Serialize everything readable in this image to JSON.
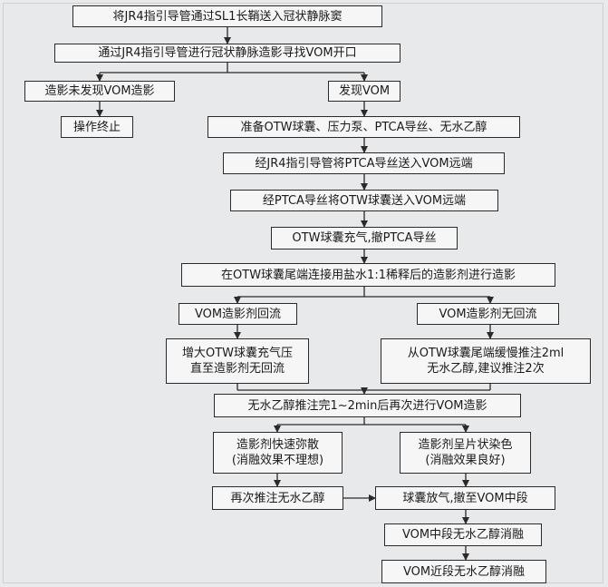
{
  "nodes": {
    "n1": "将JR4指引导管通过SL1长鞘送入冠状静脉窦",
    "n2": "通过JR4指引导管进行冠状静脉造影寻找VOM开口",
    "n3": "造影未发现VOM造影",
    "n4": "发现VOM",
    "n5": "操作终止",
    "n6": "准备OTW球囊、压力泵、PTCA导丝、无水乙醇",
    "n7": "经JR4指引导管将PTCA导丝送入VOM远端",
    "n8": "经PTCA导丝将OTW球囊送入VOM远端",
    "n9": "OTW球囊充气,撤PTCA导丝",
    "n10": "在OTW球囊尾端连接用盐水1:1稀释后的造影剂进行造影",
    "n11": "VOM造影剂回流",
    "n12": "VOM造影剂无回流",
    "n13_l1": "增大OTW球囊充气压",
    "n13_l2": "直至造影剂无回流",
    "n14_l1": "从OTW球囊尾端缓慢推注2ml",
    "n14_l2": "无水乙醇,建议推注2次",
    "n15": "无水乙醇推注完1~2min后再次进行VOM造影",
    "n16_l1": "造影剂快速弥散",
    "n16_l2": "(消融效果不理想)",
    "n17_l1": "造影剂呈片状染色",
    "n17_l2": "(消融效果良好)",
    "n18": "再次推注无水乙醇",
    "n19": "球囊放气,撤至VOM中段",
    "n20": "VOM中段无水乙醇消融",
    "n21": "VOM近段无水乙醇消融"
  }
}
